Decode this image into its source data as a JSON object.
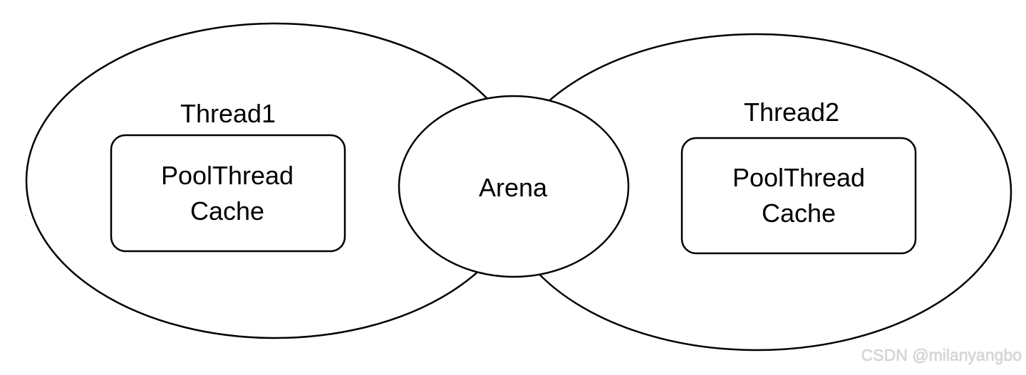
{
  "nodes": {
    "thread1": {
      "label": "Thread1",
      "cache_line1": "PoolThread",
      "cache_line2": "Cache"
    },
    "thread2": {
      "label": "Thread2",
      "cache_line1": "PoolThread",
      "cache_line2": "Cache"
    },
    "arena": {
      "label": "Arena"
    }
  },
  "watermark": "CSDN @milanyangbo",
  "colors": {
    "stroke": "#000000",
    "background": "#ffffff",
    "watermark": "#d6d6d6"
  }
}
